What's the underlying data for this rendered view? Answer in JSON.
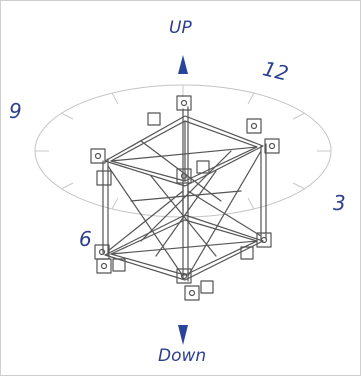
{
  "labels": {
    "up": "UP",
    "down": "Down",
    "twelve": "12",
    "nine": "9",
    "three": "3",
    "six": "6"
  },
  "colors": {
    "label_text": "#2d3f8f",
    "arrow": "#27449a",
    "ellipse": "#bfbfbf",
    "truss_line": "#555555"
  },
  "icons": {
    "truss": "truss-cube-icon",
    "up_arrow": "up-arrow-icon",
    "down_arrow": "down-arrow-icon"
  }
}
